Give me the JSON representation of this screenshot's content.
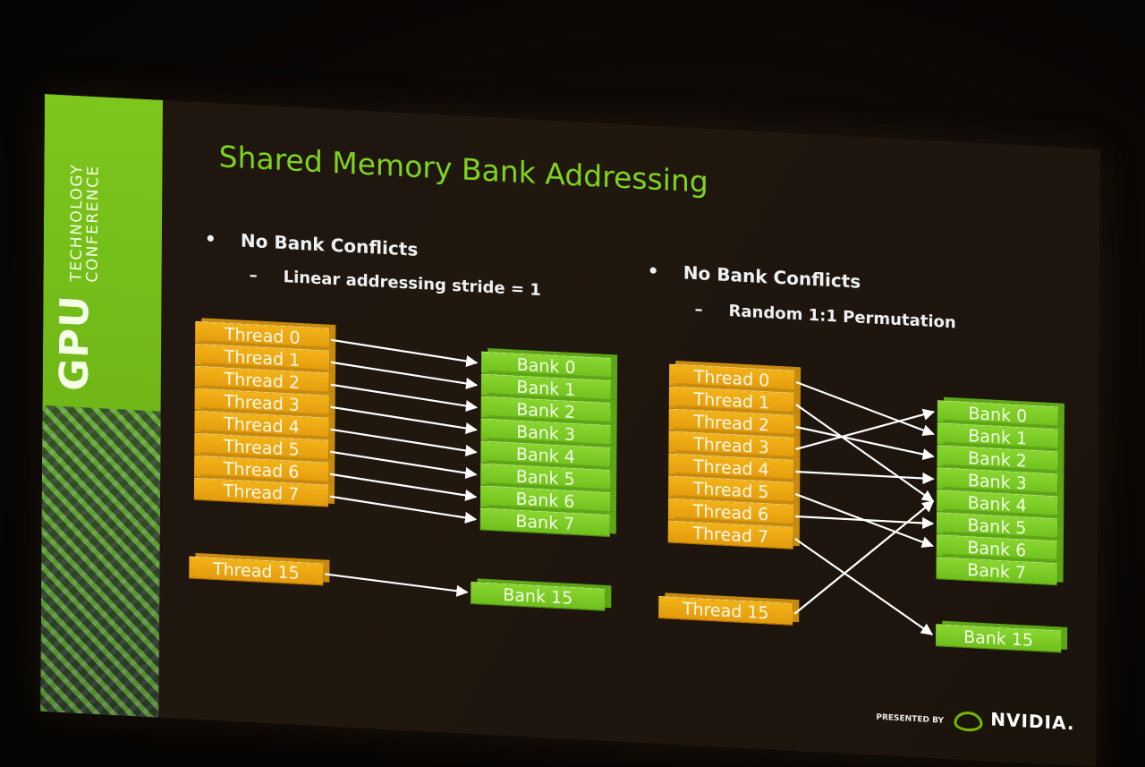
{
  "sidebar": {
    "gpu": "GPU",
    "technology": "TECHNOLOGY",
    "conference": "CONFERENCE"
  },
  "slide": {
    "title": "Shared Memory Bank Addressing",
    "left": {
      "bullet": "No Bank Conflicts",
      "sub": "Linear addressing stride = 1",
      "threads": [
        "Thread 0",
        "Thread 1",
        "Thread 2",
        "Thread 3",
        "Thread 4",
        "Thread 5",
        "Thread 6",
        "Thread 7"
      ],
      "extra_thread": "Thread 15",
      "banks": [
        "Bank 0",
        "Bank 1",
        "Bank 2",
        "Bank 3",
        "Bank 4",
        "Bank 5",
        "Bank 6",
        "Bank 7"
      ],
      "extra_bank": "Bank 15"
    },
    "right": {
      "bullet": "No Bank Conflicts",
      "sub": "Random 1:1 Permutation",
      "threads": [
        "Thread 0",
        "Thread 1",
        "Thread 2",
        "Thread 3",
        "Thread 4",
        "Thread 5",
        "Thread 6",
        "Thread 7"
      ],
      "extra_thread": "Thread 15",
      "banks": [
        "Bank 0",
        "Bank 1",
        "Bank 2",
        "Bank 3",
        "Bank 4",
        "Bank 5",
        "Bank 6",
        "Bank 7"
      ],
      "extra_bank": "Bank 15"
    }
  },
  "footer": {
    "presented_by": "PRESENTED BY",
    "logo": "NVIDIA."
  },
  "colors": {
    "accent_green": "#7fd31c",
    "thread_orange": "#f3b318",
    "bank_green": "#89d62f"
  }
}
